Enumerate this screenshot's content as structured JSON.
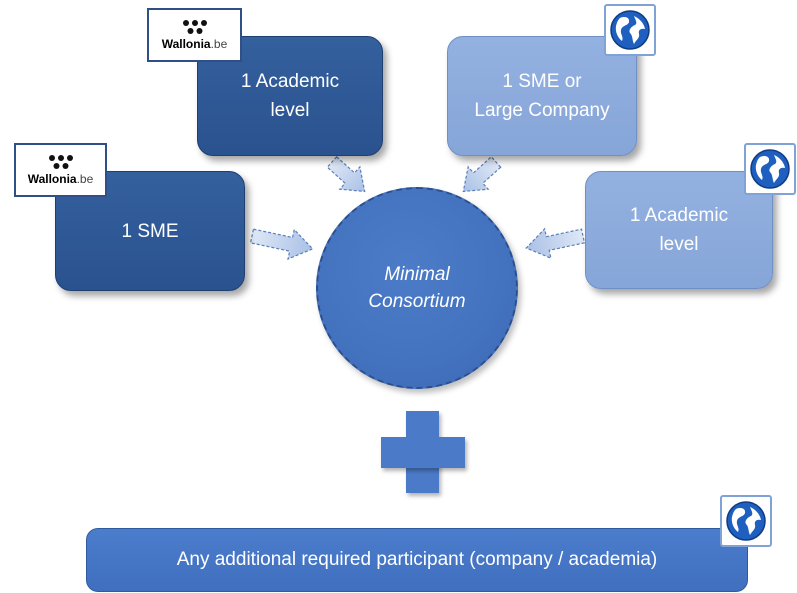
{
  "diagram": {
    "boxes": {
      "academic_left": {
        "line1": "1 Academic",
        "line2": "level"
      },
      "sme_left": {
        "line1": "1 SME",
        "line2": ""
      },
      "sme_right": {
        "line1": "1 SME or",
        "line2": "Large Company"
      },
      "academic_right": {
        "line1": "1 Academic",
        "line2": "level"
      }
    },
    "center": {
      "line1": "Minimal",
      "line2": "Consortium"
    },
    "bottom": {
      "label": "Any additional required participant (company / academia)"
    },
    "logos": {
      "wallonia_main": "Wallonia",
      "wallonia_suffix": ".be"
    },
    "icons": {
      "globe": "globe-icon",
      "plus": "plus-icon",
      "arrow": "arrow-icon"
    },
    "colors": {
      "dark_box": "#2f5a98",
      "light_box": "#8eacdd",
      "circle": "#4472c4",
      "arrow": "#b4c7e7"
    }
  }
}
